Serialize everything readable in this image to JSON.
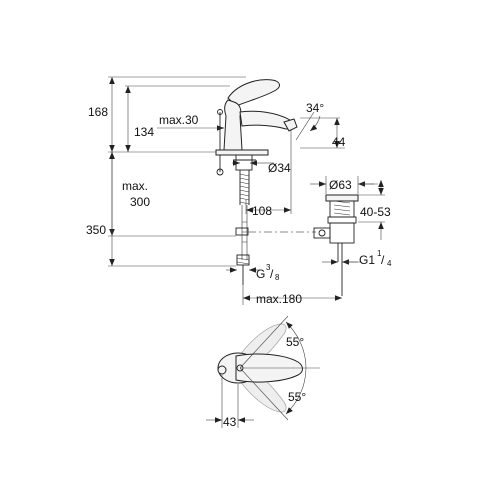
{
  "dimensions": {
    "d168": "168",
    "d134": "134",
    "max30": "max.30",
    "a34": "34°",
    "d44": "44",
    "dia34": "Ø34",
    "maxlabel": "max.",
    "d300": "300",
    "d108": "108",
    "dia63": "Ø63",
    "range4053": "40-53",
    "d350": "350",
    "g38_main": "G",
    "g38_num": "3",
    "g38_den": "8",
    "g114_main": "G1",
    "g114_num": "1",
    "g114_den": "4",
    "max180": "max.180",
    "a55_top": "55°",
    "a55_bottom": "55°",
    "d43": "43"
  }
}
